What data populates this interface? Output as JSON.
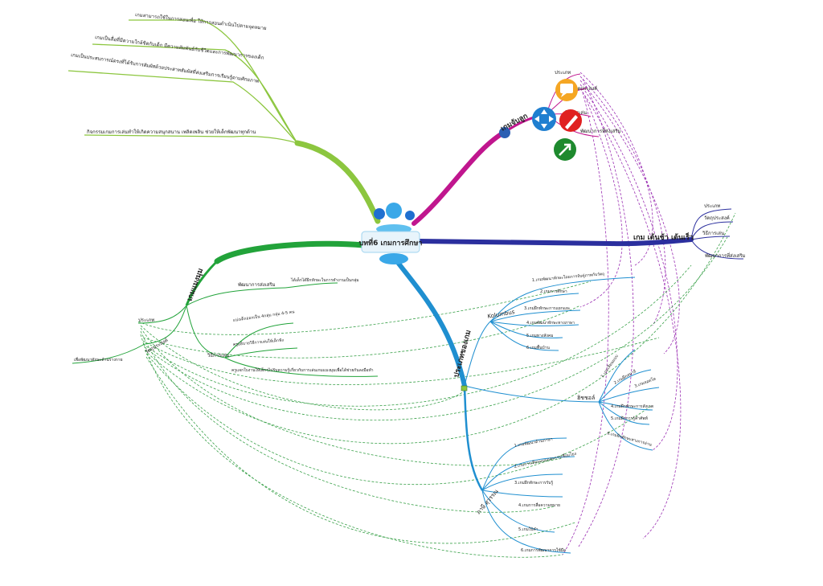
{
  "center": {
    "title": "บทที่6 เกมการศึกษา"
  },
  "branch_top_left": {
    "items": [
      "เกมสามารถใช้ในการสอนเพื่อ ให้การสอนดำเนินไปตามจุดหมาย",
      "เกมเป็นสื่อที่มีความใกล้ชิดกับเด็ก มีความสัมพันธ์กับชีวิตและการพัฒนาการของเด็ก",
      "เกมเป็นประสบการณ์ตรงที่ได้รับการสัมผัสด้วยประสาทสัมผัสที่ส่งเสริมการเรียนรู้ตามศักยภาพ",
      "กิจกรรมเกมการเล่นทำให้เกิดความสนุกสนาน เพลิดเพลิน ช่วยให้เด็กพัฒนาทุกด้าน"
    ]
  },
  "branch_top_right": {
    "title": "เกมจับลูก",
    "items": [
      "ประเภท",
      "จุดประสงค์",
      "วิธีการเล่น",
      "พัฒนาการที่ส่งเสริม"
    ]
  },
  "branch_right": {
    "title": "เกม เต้นช้า เต้นเร็ว",
    "items": [
      "ประเภท",
      "วัตถุประสงค์",
      "วิธีการเล่น",
      "พัฒนาการที่ส่งเสริม"
    ]
  },
  "branch_left": {
    "title": "เกมแมงมุม",
    "items": [
      "ประเภท",
      "วัตถุประสงค์",
      "พัฒนาการส่งเสริม",
      "วิธีการเล่น"
    ],
    "details": [
      "ได้เด็กได้ฝึกทักษะในการทำงานเป็นกลุ่ม",
      "แบ่งเด็กออกเป็น 4กลุ่ม กลุ่ม 4-5 คน",
      "ครูอธิบายวิธีการเล่นให้เด็กฟัง",
      "ครูแจกใบงานให้เด็กๆไปรับความรู้เกี่ยวกับการเล่นเกมแมงมุมเพื่อได้ช่วยกันลงมือทำ",
      "เพื่อพัฒนาทักษะด้านร่างกาย"
    ]
  },
  "branch_bottom": {
    "title": "ประเภทของเกม",
    "groups": [
      {
        "title": "Kolumbus",
        "items": [
          "1.เกมพัฒนาทักษะโดยการจับคู่ภาพกับวัตถุ",
          "2.เกมการศึกษา",
          "3.เกมฝึกทักษะการแยกแยะ",
          "4.เกมพัฒนาทักษะทางภาษา",
          "5.เกมทางสังคม",
          "6.เกมพื้นบ้าน"
        ]
      },
      {
        "title": "ฮิชชอล์",
        "items": [
          "1.เกมเลียนแบบ",
          "2.เกมฝึกสมาธิ",
          "3.เกมลอตโต",
          "4.เกมฝึกทักษะการสังเกต",
          "5.เกมฝึกการรู้คำศัพท์",
          "6.เกมฝึกทักษะทางการอ่าน"
        ]
      },
      {
        "title": "ภาษี สุวรรณ",
        "items": [
          "1.เกมพัฒนาด้านภาษา",
          "2.เกมการเลียนแบบและการเชื่อมโยง",
          "3.เกมฝึกทักษะการรับรู้",
          "4.เกมการสื่อความหมาย",
          "5.เกมใบ้คำ",
          "6.เกมการพัฒนาการใช้มือ"
        ]
      }
    ]
  },
  "colors": {
    "light_green": "#8cc63f",
    "green": "#22a33a",
    "magenta": "#c0168e",
    "navy": "#2b2f9e",
    "blue": "#1f8fd0",
    "orange": "#f5a623",
    "red": "#e02020",
    "dark_green": "#1e8a2e",
    "purple": "#9b2fb3"
  },
  "icons": [
    "arrows-icon",
    "chat-icon",
    "pencil-icon",
    "arrow-out-icon"
  ]
}
